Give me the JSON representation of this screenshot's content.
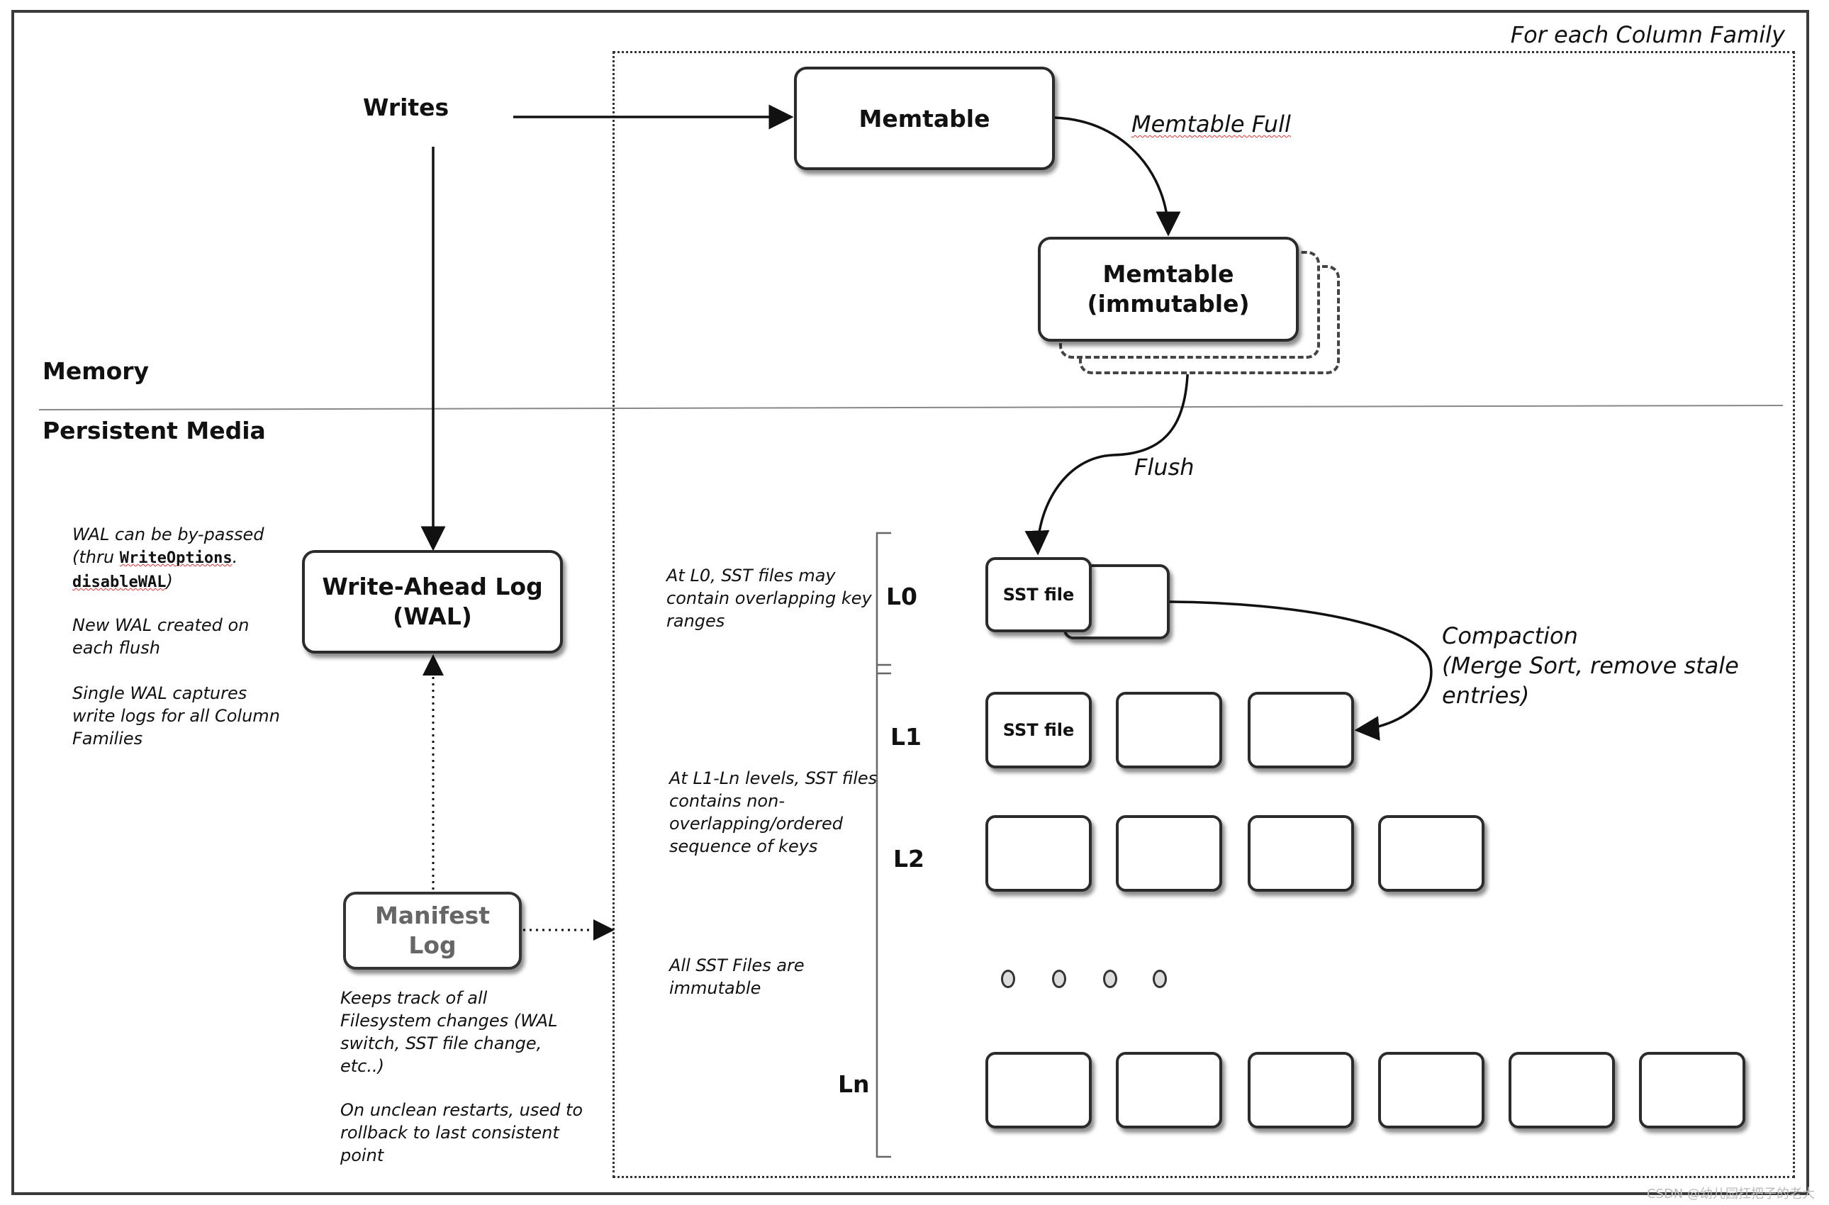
{
  "column_family_label": "For each Column Family",
  "zones": {
    "memory": "Memory",
    "persistent": "Persistent Media"
  },
  "writes_label": "Writes",
  "memtable": "Memtable",
  "memtable_full": "Memtable Full",
  "memtable_immutable": {
    "line1": "Memtable",
    "line2": "(immutable)"
  },
  "flush": "Flush",
  "wal_box": {
    "line1": "Write-Ahead Log",
    "line2": "(WAL)"
  },
  "wal_notes": {
    "bypass_prefix": "WAL can be by-passed",
    "bypass_thru": "(thru",
    "bypass_code1": "WriteOptions",
    "bypass_dot": ".",
    "bypass_code2": "disableWAL",
    "bypass_close": ")",
    "new_wal": [
      "New WAL created on",
      "each flush"
    ],
    "single_wal": [
      "Single WAL captures",
      "write logs for all Column",
      "Families"
    ]
  },
  "manifest": {
    "line1": "Manifest",
    "line2": "Log"
  },
  "manifest_notes": {
    "track": [
      "Keeps track of all",
      "Filesystem changes (WAL",
      "switch, SST file change,",
      "etc..)"
    ],
    "restart": [
      "On unclean restarts, used to",
      "rollback to last consistent",
      "point"
    ]
  },
  "levels": [
    "L0",
    "L1",
    "L2",
    "Ln"
  ],
  "level_notes": {
    "l0": [
      "At L0, SST files may",
      "contain overlapping key",
      "ranges"
    ],
    "l1ln": [
      "At L1-Ln levels, SST files",
      "contains non-",
      "overlapping/ordered",
      "sequence of keys"
    ],
    "immutable": [
      "All SST Files are",
      "immutable"
    ]
  },
  "sst_file": "SST file",
  "compaction": [
    "Compaction",
    "(Merge Sort, remove stale",
    "entries)"
  ],
  "watermark": "CSDN @幼儿园扛把子的老大"
}
